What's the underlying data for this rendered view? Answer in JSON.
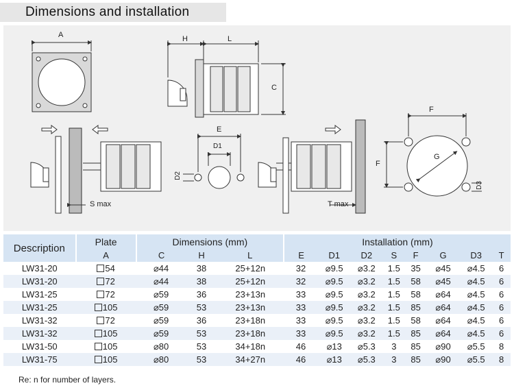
{
  "header": {
    "title": "Dimensions and installation"
  },
  "drawing": {
    "labels": {
      "A": "A",
      "H": "H",
      "L": "L",
      "C": "C",
      "E": "E",
      "D1": "D1",
      "D2": "D2",
      "F_top": "F",
      "F_side": "F",
      "G": "G",
      "D3": "D3",
      "S": "S max",
      "T": "T max"
    }
  },
  "table": {
    "group_headers": {
      "description": "Description",
      "plate": "Plate",
      "dimensions": "Dimensions (mm)",
      "installation": "Installation (mm)"
    },
    "columns": [
      "A",
      "C",
      "H",
      "L",
      "E",
      "D1",
      "D2",
      "S",
      "F",
      "G",
      "D3",
      "T"
    ],
    "rows": [
      {
        "desc": "LW31-20",
        "A": "54",
        "C": "⌀44",
        "H": "38",
        "L": "25+12n",
        "E": "32",
        "D1": "⌀9.5",
        "D2": "⌀3.2",
        "S": "1.5",
        "F": "35",
        "G": "⌀45",
        "D3": "⌀4.5",
        "T": "6"
      },
      {
        "desc": "LW31-20",
        "A": "72",
        "C": "⌀44",
        "H": "38",
        "L": "25+12n",
        "E": "32",
        "D1": "⌀9.5",
        "D2": "⌀3.2",
        "S": "1.5",
        "F": "58",
        "G": "⌀45",
        "D3": "⌀4.5",
        "T": "6"
      },
      {
        "desc": "LW31-25",
        "A": "72",
        "C": "⌀59",
        "H": "36",
        "L": "23+13n",
        "E": "33",
        "D1": "⌀9.5",
        "D2": "⌀3.2",
        "S": "1.5",
        "F": "58",
        "G": "⌀64",
        "D3": "⌀4.5",
        "T": "6"
      },
      {
        "desc": "LW31-25",
        "A": "105",
        "C": "⌀59",
        "H": "53",
        "L": "23+13n",
        "E": "33",
        "D1": "⌀9.5",
        "D2": "⌀3.2",
        "S": "1.5",
        "F": "85",
        "G": "⌀64",
        "D3": "⌀4.5",
        "T": "6"
      },
      {
        "desc": "LW31-32",
        "A": "72",
        "C": "⌀59",
        "H": "36",
        "L": "23+18n",
        "E": "33",
        "D1": "⌀9.5",
        "D2": "⌀3.2",
        "S": "1.5",
        "F": "58",
        "G": "⌀64",
        "D3": "⌀4.5",
        "T": "6"
      },
      {
        "desc": "LW31-32",
        "A": "105",
        "C": "⌀59",
        "H": "53",
        "L": "23+18n",
        "E": "33",
        "D1": "⌀9.5",
        "D2": "⌀3.2",
        "S": "1.5",
        "F": "85",
        "G": "⌀64",
        "D3": "⌀4.5",
        "T": "6"
      },
      {
        "desc": "LW31-50",
        "A": "105",
        "C": "⌀80",
        "H": "53",
        "L": "34+18n",
        "E": "46",
        "D1": "⌀13",
        "D2": "⌀5.3",
        "S": "3",
        "F": "85",
        "G": "⌀90",
        "D3": "⌀5.5",
        "T": "8"
      },
      {
        "desc": "LW31-75",
        "A": "105",
        "C": "⌀80",
        "H": "53",
        "L": "34+27n",
        "E": "46",
        "D1": "⌀13",
        "D2": "⌀5.3",
        "S": "3",
        "F": "85",
        "G": "⌀90",
        "D3": "⌀5.5",
        "T": "8"
      }
    ]
  },
  "note": "Re: n for number of layers."
}
